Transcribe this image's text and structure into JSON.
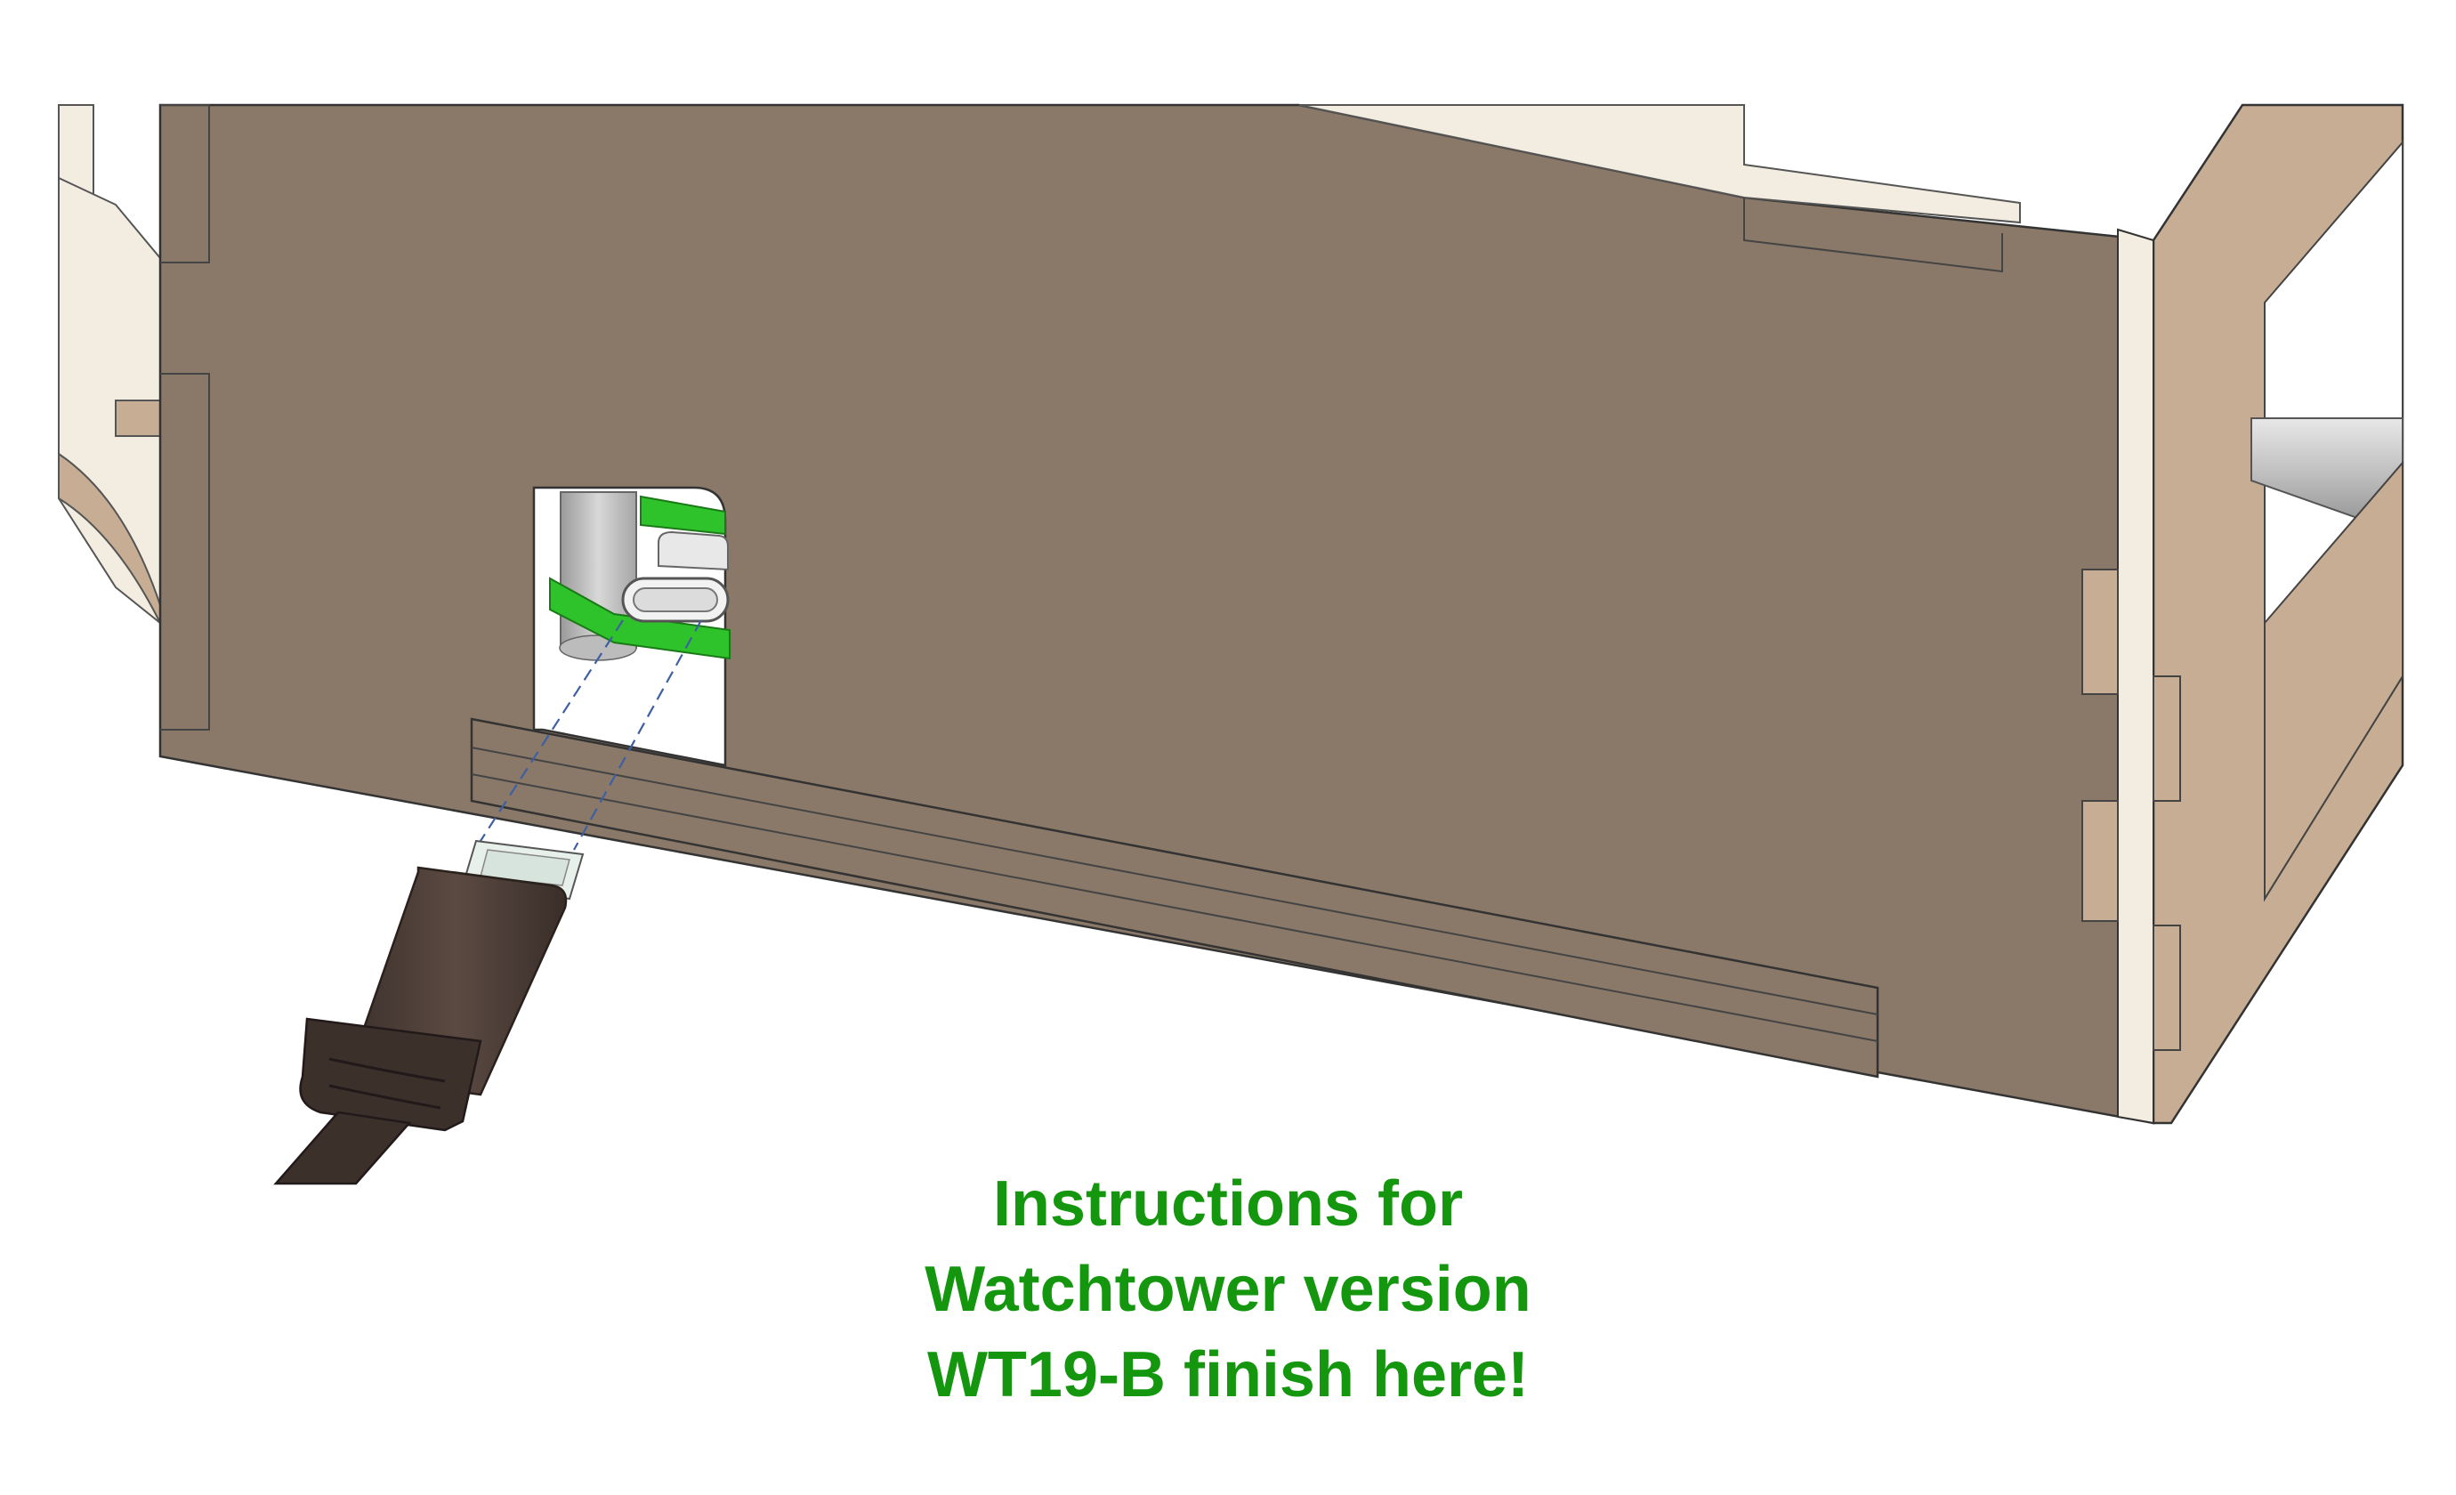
{
  "caption": {
    "line1": "Instructions for",
    "line2": "Watchtower version",
    "line3": "WT19-B finish here!"
  },
  "colors": {
    "caption": "#14960f",
    "wood_front": "#8a7968",
    "wood_side": "#c7ad93",
    "wood_edge": "#f3ede1",
    "cable": "#4f403a",
    "pcb_green": "#2ec32a",
    "connector_metal": "#dcdcdc"
  },
  "icons": {
    "usb_cable": "usb-c-cable-icon",
    "usb_port": "usb-c-port-icon"
  }
}
